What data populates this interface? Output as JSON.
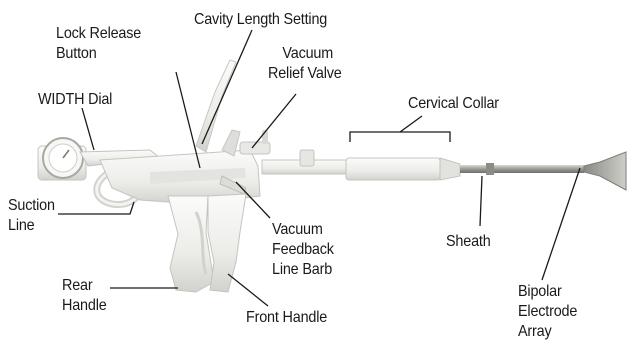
{
  "labels": {
    "lock_release": [
      "Lock Release",
      "Button"
    ],
    "cavity_length": [
      "Cavity Length Setting"
    ],
    "vacuum_relief": [
      "Vacuum",
      "Relief Valve"
    ],
    "width_dial": [
      "WIDTH Dial"
    ],
    "cervical_collar": [
      "Cervical Collar"
    ],
    "suction_line": [
      "Suction",
      "Line"
    ],
    "vacuum_feedback": [
      "Vacuum",
      "Feedback",
      "Line Barb"
    ],
    "sheath": [
      "Sheath"
    ],
    "rear_handle": [
      "Rear",
      "Handle"
    ],
    "front_handle": [
      "Front Handle"
    ],
    "bipolar_array": [
      "Bipolar",
      "Electrode",
      "Array"
    ]
  },
  "colors": {
    "device_body": "#eeeeec",
    "device_shade": "#d6d6d2",
    "device_outline": "#b9b9b4",
    "leader_line": "#1a1a1a",
    "text": "#1a1a1a"
  }
}
